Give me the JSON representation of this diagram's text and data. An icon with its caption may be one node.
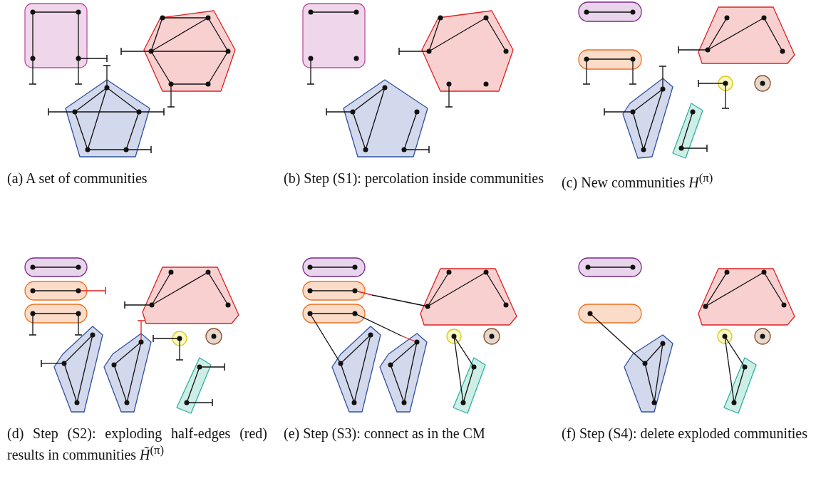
{
  "diagram": {
    "labels": [
      "(a) A set of communities",
      "(b) Step (S1): percolation inside communities",
      "(c) New communities *H*$^{(π)}$",
      "(d) Step (S2): exploding half-edges (red) results in communities *H̃*$^{(π)}$",
      "(e) Step (S3): connect as in the CM",
      "(f) Step (S4): delete exploded communities"
    ]
  }
}
